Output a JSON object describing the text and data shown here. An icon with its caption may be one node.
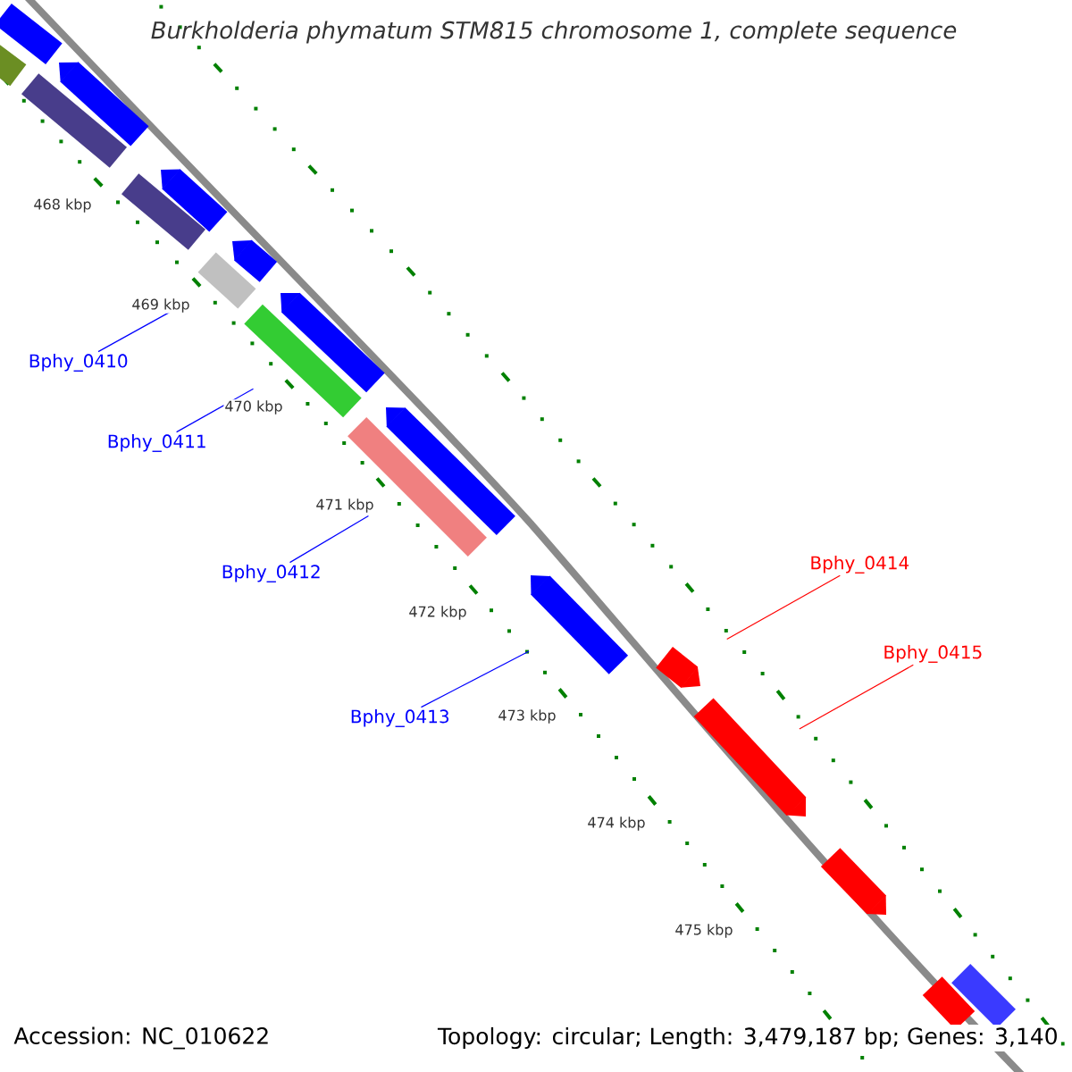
{
  "diagram": {
    "title": "Burkholderia phymatum STM815 chromosome 1, complete sequence",
    "nodes": [
      {
        "text": [],
        "shape": "bar"
      },
      {
        "text": [],
        "shape": "bar"
      },
      {
        "text": [],
        "shape": "bar"
      },
      {
        "text": [],
        "shape": "bar"
      },
      {
        "text": [],
        "shape": "bar"
      },
      {
        "text": [],
        "shape": "bar"
      },
      {
        "text": [],
        "shape": "bar"
      },
      {
        "text": [],
        "shape": "bar"
      },
      {
        "text": [],
        "shape": "bar"
      },
      {
        "text": [],
        "shape": "bar"
      },
      {
        "text": [],
        "shape": "bar"
      },
      {
        "text": [],
        "shape": "bar"
      },
      {
        "text": [],
        "shape": "bar"
      },
      {
        "text": [],
        "shape": "bar"
      },
      {
        "text": [],
        "shape": "bar"
      },
      {
        "text": [],
        "shape": "bar"
      },
      {
        "text": [],
        "shape": "bar"
      },
      {
        "text": [],
        "shape": "bar"
      },
      {
        "text": [
          "Bphy_0410"
        ]
      },
      {
        "text": [
          "Bphy_0411"
        ]
      },
      {
        "text": [
          "Bphy_0412"
        ]
      },
      {
        "text": [
          "Bphy_0413"
        ]
      },
      {
        "text": [
          "Bphy_0414"
        ]
      },
      {
        "text": [
          "Bphy_0415"
        ]
      }
    ],
    "edges": [
      {
        "from": 18,
        "to": 7,
        "arrow": "none"
      },
      {
        "from": 19,
        "to": 9,
        "arrow": "none"
      },
      {
        "from": 20,
        "to": 11,
        "arrow": "none"
      },
      {
        "from": 21,
        "to": 12,
        "arrow": "none"
      },
      {
        "from": 22,
        "to": 13,
        "arrow": "none",
        "color": "#ff0000"
      },
      {
        "from": 23,
        "to": 14,
        "arrow": "none",
        "color": "#ff0000"
      }
    ],
    "labels": [
      "468 kbp",
      "469 kbp",
      "470 kbp",
      "471 kbp",
      "472 kbp",
      "473 kbp",
      "474 kbp",
      "475 kbp",
      "Accession: NC_010622",
      "Topology: circular; Length: 3,479,187 bp; Genes: 3,140"
    ]
  }
}
